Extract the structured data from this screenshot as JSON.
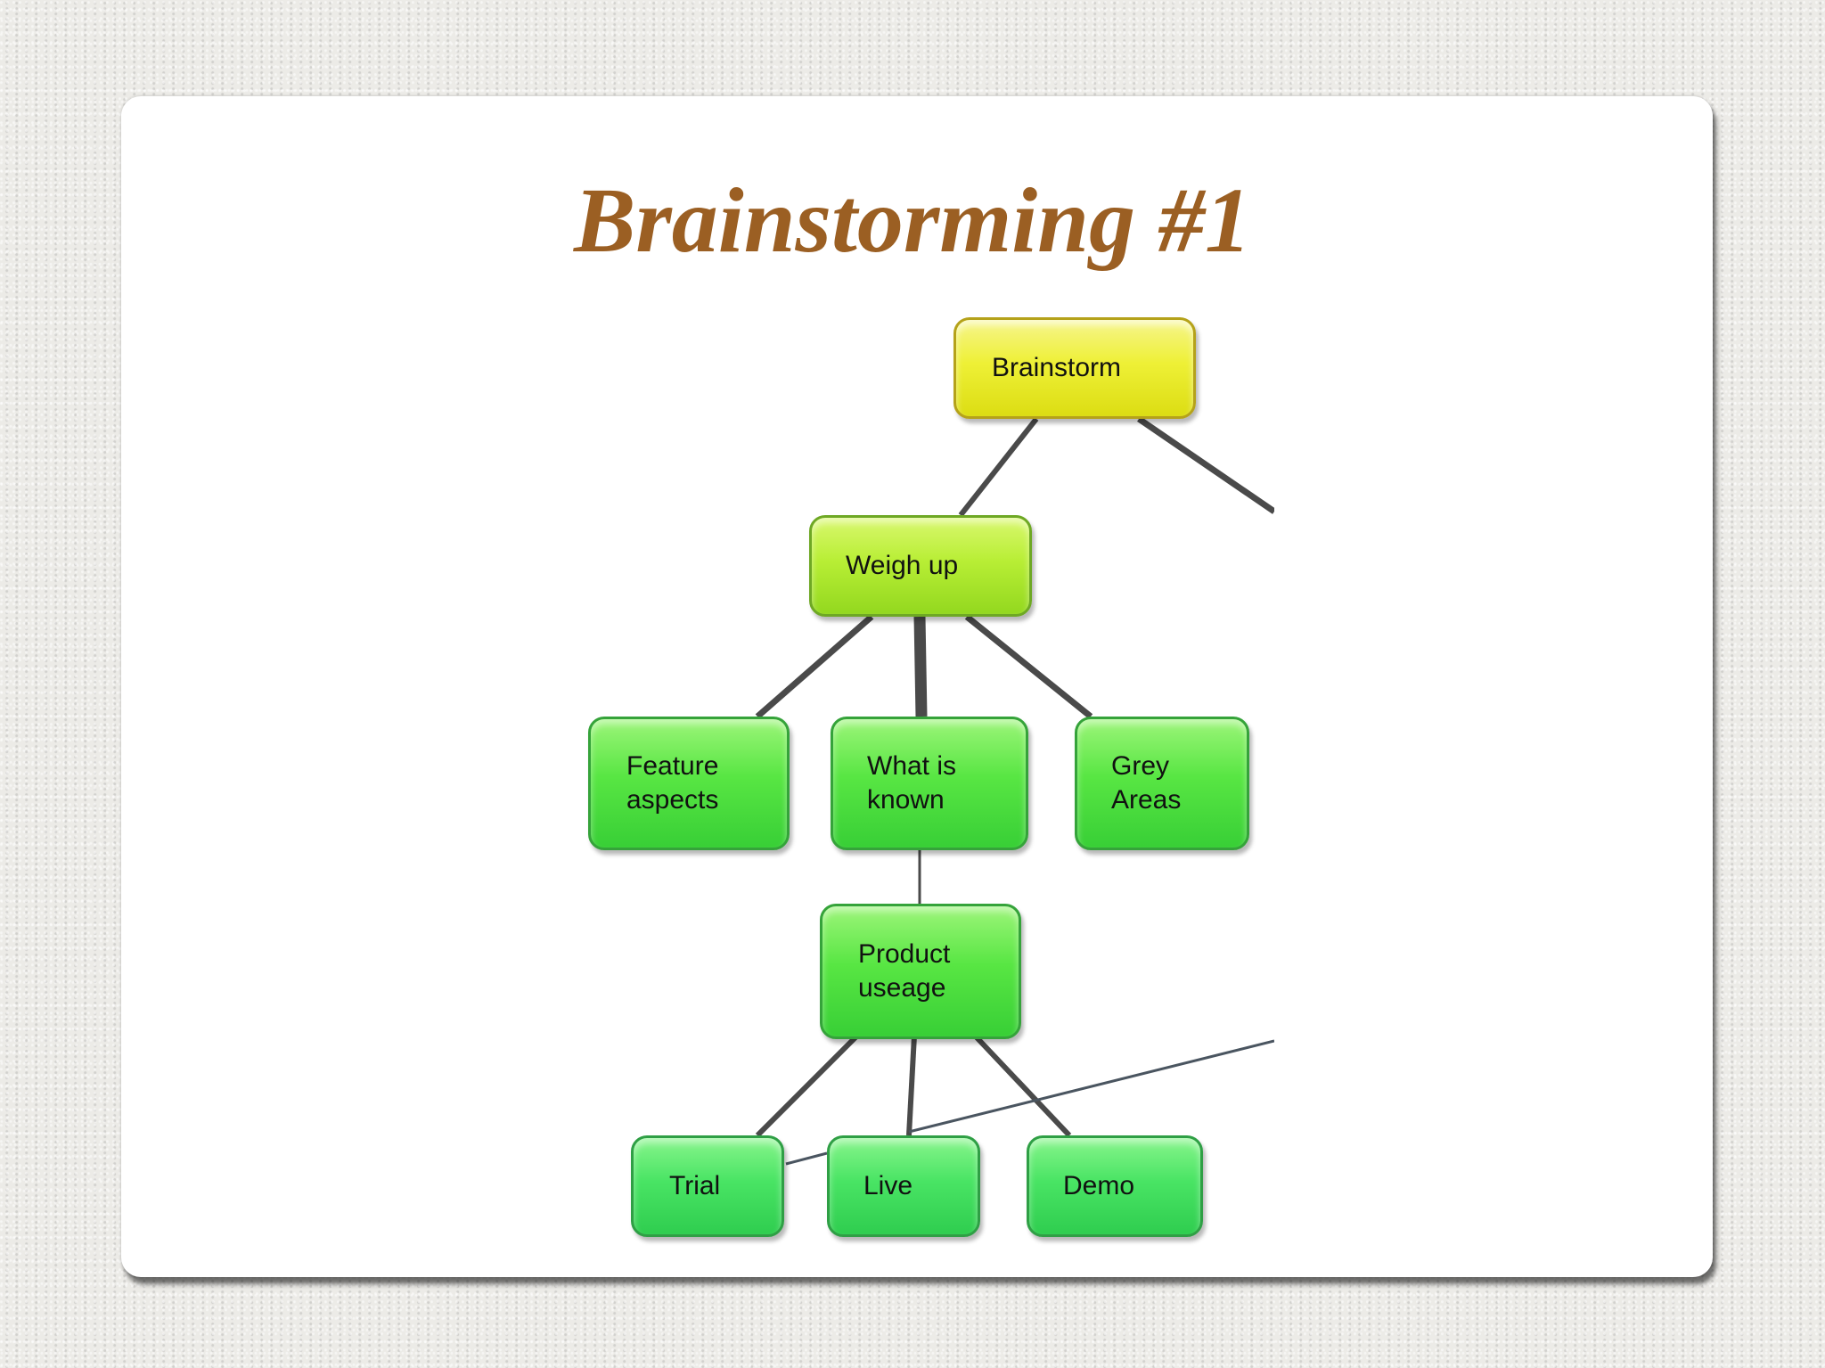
{
  "slide": {
    "title": "Brainstorming #1"
  },
  "diagram": {
    "nodes": {
      "brainstorm": "Brainstorm",
      "weigh_up": "Weigh up",
      "feature_aspects": "Feature\naspects",
      "what_is_known": "What is\nknown",
      "grey_areas": "Grey\nAreas",
      "product_useage": "Product\nuseage",
      "trial": "Trial",
      "live": "Live",
      "demo": "Demo"
    },
    "edges": [
      [
        "brainstorm",
        "weigh_up"
      ],
      [
        "brainstorm",
        "offscreen-right"
      ],
      [
        "weigh_up",
        "feature_aspects"
      ],
      [
        "weigh_up",
        "what_is_known"
      ],
      [
        "weigh_up",
        "grey_areas"
      ],
      [
        "what_is_known",
        "product_useage"
      ],
      [
        "product_useage",
        "trial"
      ],
      [
        "product_useage",
        "live"
      ],
      [
        "product_useage",
        "demo"
      ],
      [
        "trial",
        "offscreen-right"
      ]
    ],
    "colors": {
      "title": "#9b5f23",
      "root_node": "#eef036",
      "level1_node": "#b8ee35",
      "leaf_node": "#49e464",
      "connector": "#4a4a4a"
    }
  }
}
